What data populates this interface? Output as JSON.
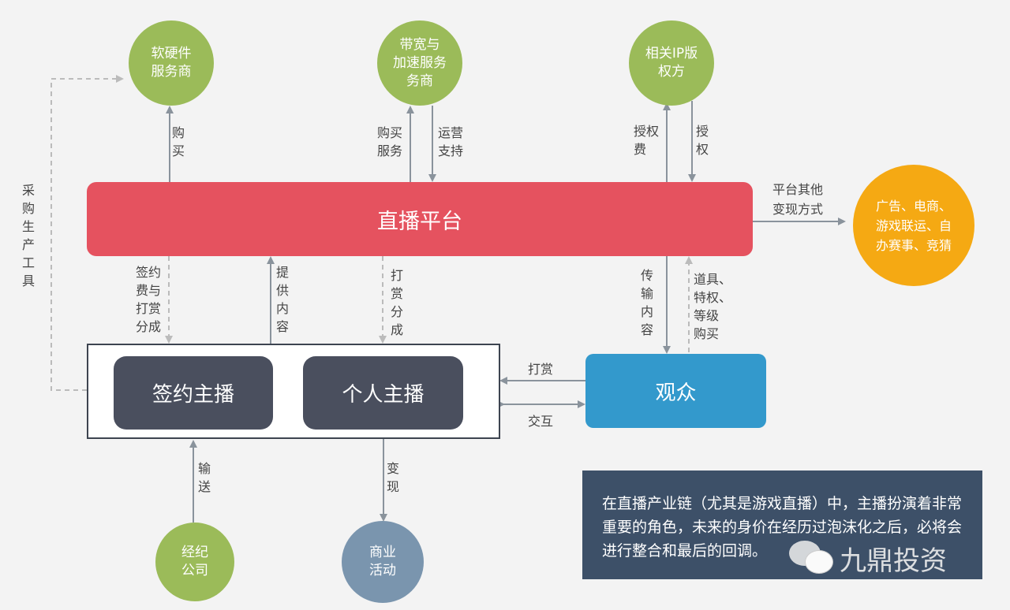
{
  "nodes": {
    "hardware_vendor": "软硬件\n服务商",
    "bandwidth_vendor": "带宽与\n加速服务\n务商",
    "ip_owner": "相关IP版\n权方",
    "platform": "直播平台",
    "other_monetization": "广告、电商、\n游戏联运、自\n办赛事、竞猜",
    "signed_streamer": "签约主播",
    "individual_streamer": "个人主播",
    "audience": "观众",
    "agency": "经纪\n公司",
    "business": "商业\n活动"
  },
  "edges": {
    "buy": "购\n买",
    "buy_service": "购买\n服务",
    "operation_support": "运营\n支持",
    "license_fee": "授权\n费",
    "license": "授\n权",
    "platform_other": "平台其他\n变现方式",
    "procure_tools": "采\n购\n生\n产\n工\n具",
    "sign_fee": "签约\n费与\n打赏\n分成",
    "provide_content": "提\n供\n内\n容",
    "tip_share": "打\n赏\n分\n成",
    "transmit_content": "传\n输\n内\n容",
    "props_purchase": "道具、\n特权、\n等级\n购买",
    "tip": "打赏",
    "interact": "交互",
    "deliver": "输\n送",
    "monetize": "变\n现"
  },
  "note": "在直播产业链（尤其是游戏直播）中，主播扮演着非常重要的角色，未来的身价在经历过泡沫化之后，必将会进行整合和最后的回调。",
  "watermark": "九鼎投资",
  "colors": {
    "platform": "#e5525f",
    "green": "#9bbb59",
    "orange": "#f5a913",
    "streamer": "#4a4f5e",
    "audience": "#3399cc",
    "business": "#7a95ae",
    "note": "#3d5068",
    "arrow": "#8a939c"
  }
}
